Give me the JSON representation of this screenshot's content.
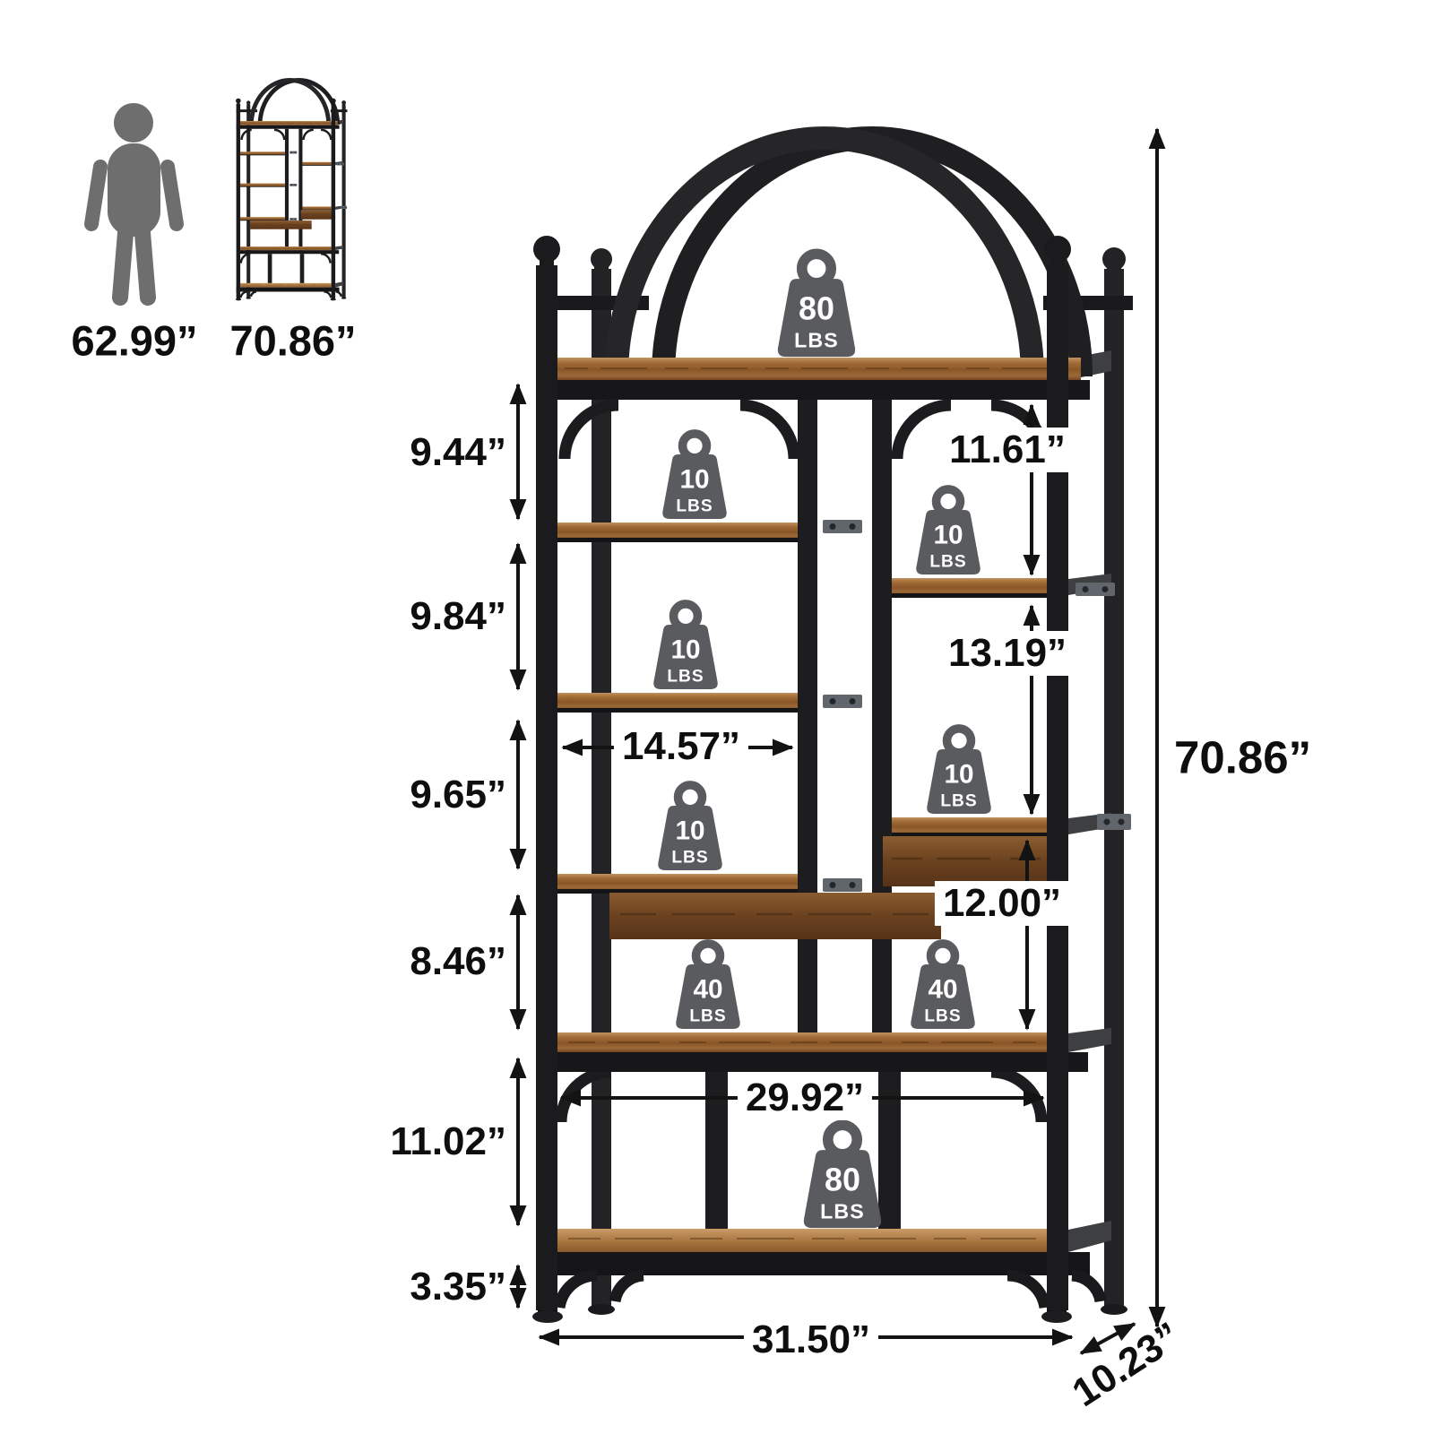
{
  "comparison": {
    "person_label": "62.99”",
    "thumbnail_label": "70.86”"
  },
  "dimensions": {
    "left_column": [
      {
        "label": "9.44”"
      },
      {
        "label": "9.84”"
      },
      {
        "label": "9.65”"
      },
      {
        "label": "8.46”"
      },
      {
        "label": "11.02”"
      },
      {
        "label": "3.35”"
      }
    ],
    "right_column": [
      {
        "label": "11.61”"
      },
      {
        "label": "13.19”"
      },
      {
        "label": "12.00”"
      }
    ],
    "widths": {
      "left_shelf": "14.57”",
      "inner": "29.92”",
      "overall": "31.50”"
    },
    "overall_height": "70.86”",
    "depth": "10.23”"
  },
  "weights": [
    {
      "value": "80",
      "unit": "LBS",
      "shelf": "top-shelf"
    },
    {
      "value": "10",
      "unit": "LBS",
      "shelf": "left-shelf-1"
    },
    {
      "value": "10",
      "unit": "LBS",
      "shelf": "right-shelf-1"
    },
    {
      "value": "10",
      "unit": "LBS",
      "shelf": "left-shelf-2"
    },
    {
      "value": "10",
      "unit": "LBS",
      "shelf": "right-shelf-2"
    },
    {
      "value": "10",
      "unit": "LBS",
      "shelf": "left-shelf-3"
    },
    {
      "value": "40",
      "unit": "LBS",
      "shelf": "middle-shelf-left"
    },
    {
      "value": "40",
      "unit": "LBS",
      "shelf": "middle-shelf-right"
    },
    {
      "value": "80",
      "unit": "LBS",
      "shelf": "bottom-shelf"
    }
  ],
  "colors": {
    "frame": "#1c1c1e",
    "wood": "#9a6836",
    "wood_dark": "#6f4524",
    "weight_icon": "#595b5e",
    "person_icon": "#6e6e6e",
    "dimension": "#111111",
    "background": "#ffffff"
  }
}
